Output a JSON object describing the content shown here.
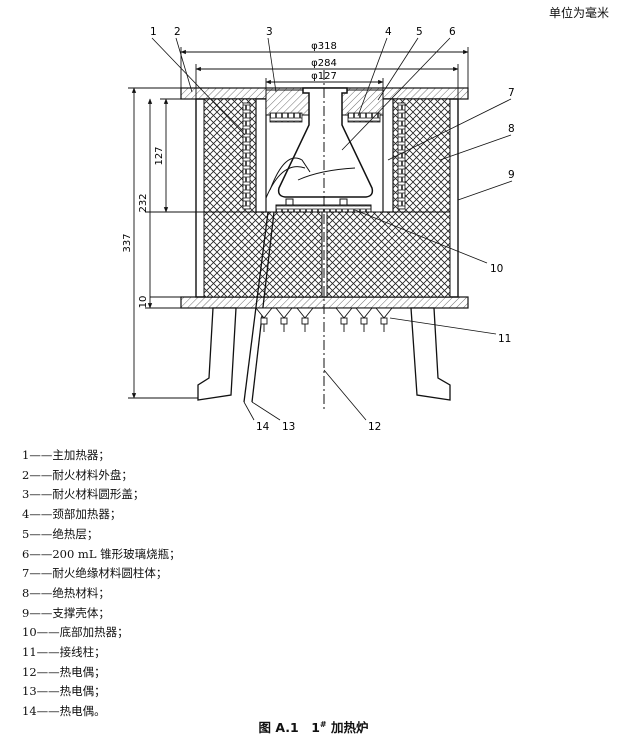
{
  "unit_note": "单位为毫米",
  "dimensions": {
    "d318": "φ318",
    "d284": "φ284",
    "d127": "φ127",
    "v337": "337",
    "v232": "232",
    "v127": "127",
    "v10": "10"
  },
  "callouts": [
    "1",
    "2",
    "3",
    "4",
    "5",
    "6",
    "7",
    "8",
    "9",
    "10",
    "11",
    "12",
    "13",
    "14"
  ],
  "legend": [
    {
      "num": "1",
      "sep": "——",
      "text": "主加热器；"
    },
    {
      "num": "2",
      "sep": "——",
      "text": "耐火材料外盘；"
    },
    {
      "num": "3",
      "sep": "——",
      "text": "耐火材料圆形盖；"
    },
    {
      "num": "4",
      "sep": "——",
      "text": "颈部加热器；"
    },
    {
      "num": "5",
      "sep": "——",
      "text": "绝热层；"
    },
    {
      "num": "6",
      "sep": "——",
      "text": "200 mL 锥形玻璃烧瓶；"
    },
    {
      "num": "7",
      "sep": "——",
      "text": "耐火绝缘材料圆柱体；"
    },
    {
      "num": "8",
      "sep": "——",
      "text": "绝热材料；"
    },
    {
      "num": "9",
      "sep": "——",
      "text": "支撑壳体；"
    },
    {
      "num": "10",
      "sep": "——",
      "text": "底部加热器；"
    },
    {
      "num": "11",
      "sep": "——",
      "text": "接线柱；"
    },
    {
      "num": "12",
      "sep": "——",
      "text": "热电偶；"
    },
    {
      "num": "13",
      "sep": "——",
      "text": "热电偶；"
    },
    {
      "num": "14",
      "sep": "——",
      "text": "热电偶。"
    }
  ],
  "caption": {
    "prefix": "图 A.1　1",
    "sup": "#",
    "suffix": " 加热炉"
  }
}
